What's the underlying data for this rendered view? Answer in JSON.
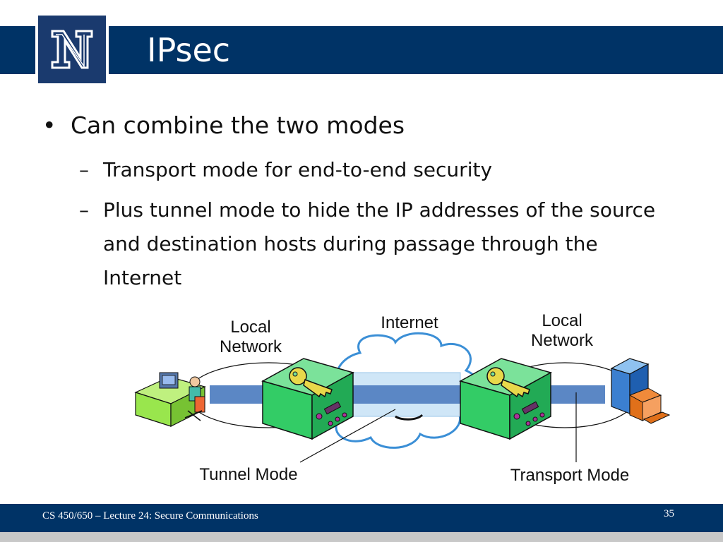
{
  "slide": {
    "title": "IPsec",
    "bullets": [
      {
        "text": "Can combine the two modes",
        "subitems": [
          "Transport mode for end-to-end security",
          "Plus tunnel mode to hide the IP addresses of the source and destination hosts during passage through the Internet"
        ]
      }
    ]
  },
  "diagram": {
    "labels": {
      "left_network_line1": "Local",
      "left_network_line2": "Network",
      "internet": "Internet",
      "right_network_line1": "Local",
      "right_network_line2": "Network",
      "tunnel_mode": "Tunnel Mode",
      "transport_mode": "Transport Mode"
    },
    "colors": {
      "tunnel_fill": "#cfe6f7",
      "transport_band": "#5b87c5",
      "cloud_outline": "#3b8fd6",
      "device_fill": "#33cc66",
      "key_fill": "#e8d84a",
      "desk_fill": "#99e64d"
    }
  },
  "footer": {
    "course": "CS 450/650 – Lecture 24: Secure Communications",
    "page": "35"
  },
  "theme": {
    "header_bg": "#003366",
    "footer_bg": "#003366"
  }
}
